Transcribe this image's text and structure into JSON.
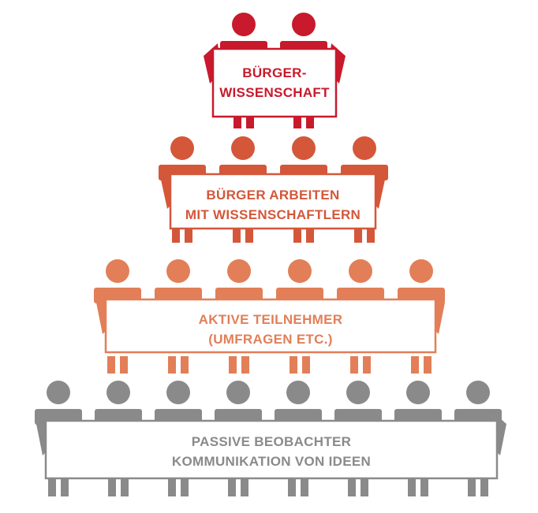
{
  "tiers": [
    {
      "id": "citizen-science",
      "lines": [
        "BÜRGER-",
        "WISSENSCHAFT"
      ],
      "color": "#c81a2c",
      "people": 2
    },
    {
      "id": "citizens-work-with-scientists",
      "lines": [
        "BÜRGER ARBEITEN",
        "MIT WISSENSCHAFTLERN"
      ],
      "color": "#d4573a",
      "people": 4
    },
    {
      "id": "active-participants",
      "lines": [
        "AKTIVE TEILNEHMER",
        "(UMFRAGEN ETC.)"
      ],
      "color": "#e27f58",
      "people": 6
    },
    {
      "id": "passive-observers",
      "lines": [
        "PASSIVE BEOBACHTER",
        "KOMMUNIKATION VON IDEEN"
      ],
      "color": "#8a8a8a",
      "people": 8
    }
  ]
}
